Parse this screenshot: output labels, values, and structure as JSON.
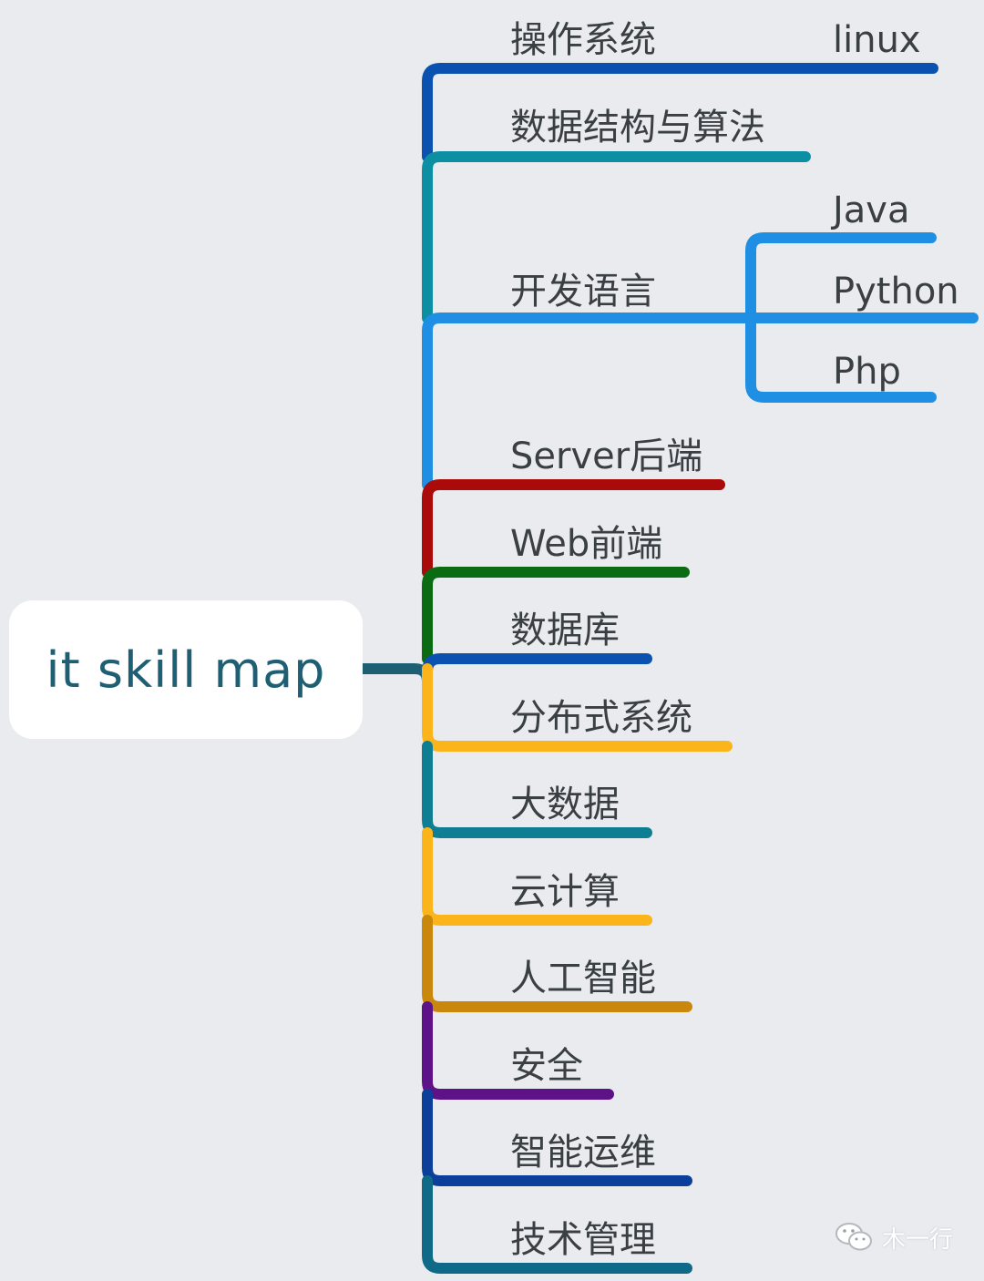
{
  "root": {
    "label": "it skill map",
    "color": "#1f5f74"
  },
  "watermark": {
    "text": "木一行",
    "icon": "wechat-icon"
  },
  "branches": [
    {
      "label": "操作系统",
      "color": "#0b52b0",
      "children": [
        {
          "label": "linux"
        }
      ]
    },
    {
      "label": "数据结构与算法",
      "color": "#0c8fa2",
      "children": []
    },
    {
      "label": "开发语言",
      "color": "#1f8fe4",
      "children": [
        {
          "label": "Java"
        },
        {
          "label": "Python"
        },
        {
          "label": "Php"
        }
      ]
    },
    {
      "label": "Server后端",
      "color": "#aa0a0a",
      "children": []
    },
    {
      "label": "Web前端",
      "color": "#0b6b12",
      "children": []
    },
    {
      "label": "数据库",
      "color": "#0b52b0",
      "children": []
    },
    {
      "label": "分布式系统",
      "color": "#fbb41a",
      "children": []
    },
    {
      "label": "大数据",
      "color": "#0e7f93",
      "children": []
    },
    {
      "label": "云计算",
      "color": "#fbb41a",
      "children": []
    },
    {
      "label": "人工智能",
      "color": "#c9870c",
      "children": []
    },
    {
      "label": "安全",
      "color": "#5d1287",
      "children": []
    },
    {
      "label": "智能运维",
      "color": "#0b3f9a",
      "children": []
    },
    {
      "label": "技术管理",
      "color": "#0e6a86",
      "children": []
    }
  ]
}
